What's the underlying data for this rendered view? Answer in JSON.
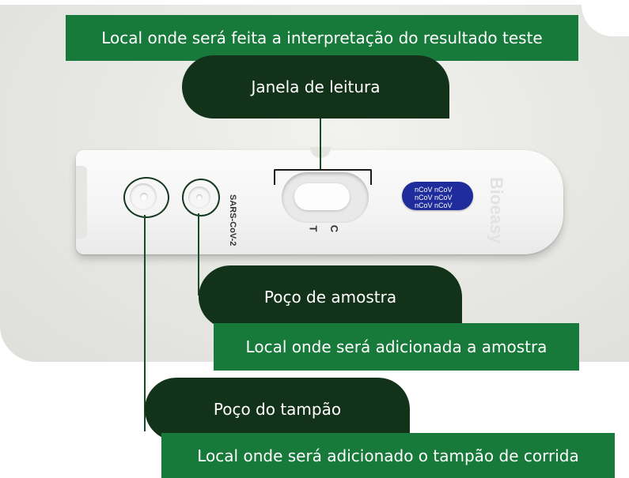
{
  "labels": {
    "interpretation": "Local onde será feita a interpretação do resultado teste",
    "reading_window": "Janela de leitura",
    "sample_well": "Poço de amostra",
    "sample_location": "Local onde será adicionada a amostra",
    "buffer_well": "Poço do tampão",
    "buffer_location": "Local onde será adicionado o tampão de corrida"
  },
  "strip": {
    "text": "SARS-CoV-2",
    "control_letter": "C",
    "test_letter": "T",
    "sticker_text": "nCoV nCoV",
    "brand": "Bioeasy"
  },
  "colors": {
    "green": "#177a3a",
    "dark_green": "#123219",
    "sticker_blue": "#1f2d9c"
  }
}
